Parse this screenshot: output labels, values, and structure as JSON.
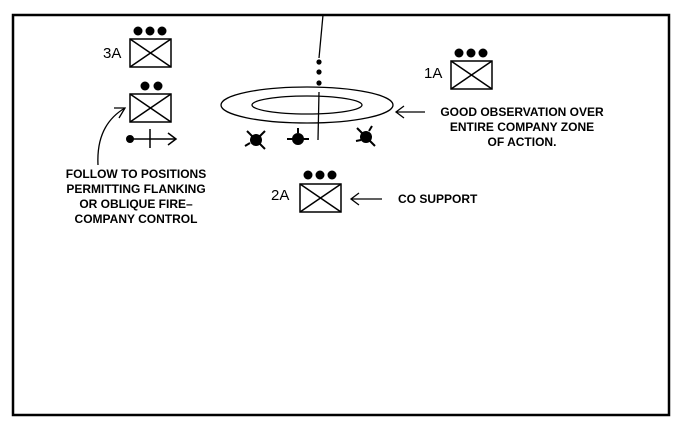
{
  "diagram": {
    "units": {
      "u3a": {
        "label": "3A",
        "strength_dots": 3
      },
      "u3a_support": {
        "label": "",
        "strength_dots": 2
      },
      "u1a": {
        "label": "1A",
        "strength_dots": 3
      },
      "u2a": {
        "label": "2A",
        "strength_dots": 3
      }
    },
    "annotations": {
      "observation": [
        "GOOD OBSERVATION OVER",
        "ENTIRE COMPANY ZONE",
        "OF ACTION."
      ],
      "follow": [
        "FOLLOW TO POSITIONS",
        "PERMITTING FLANKING",
        "OR OBLIQUE FIRE–",
        "COMPANY CONTROL"
      ],
      "co_support": "CO SUPPORT"
    },
    "colors": {
      "ink": "#000000",
      "paper": "#ffffff"
    }
  }
}
